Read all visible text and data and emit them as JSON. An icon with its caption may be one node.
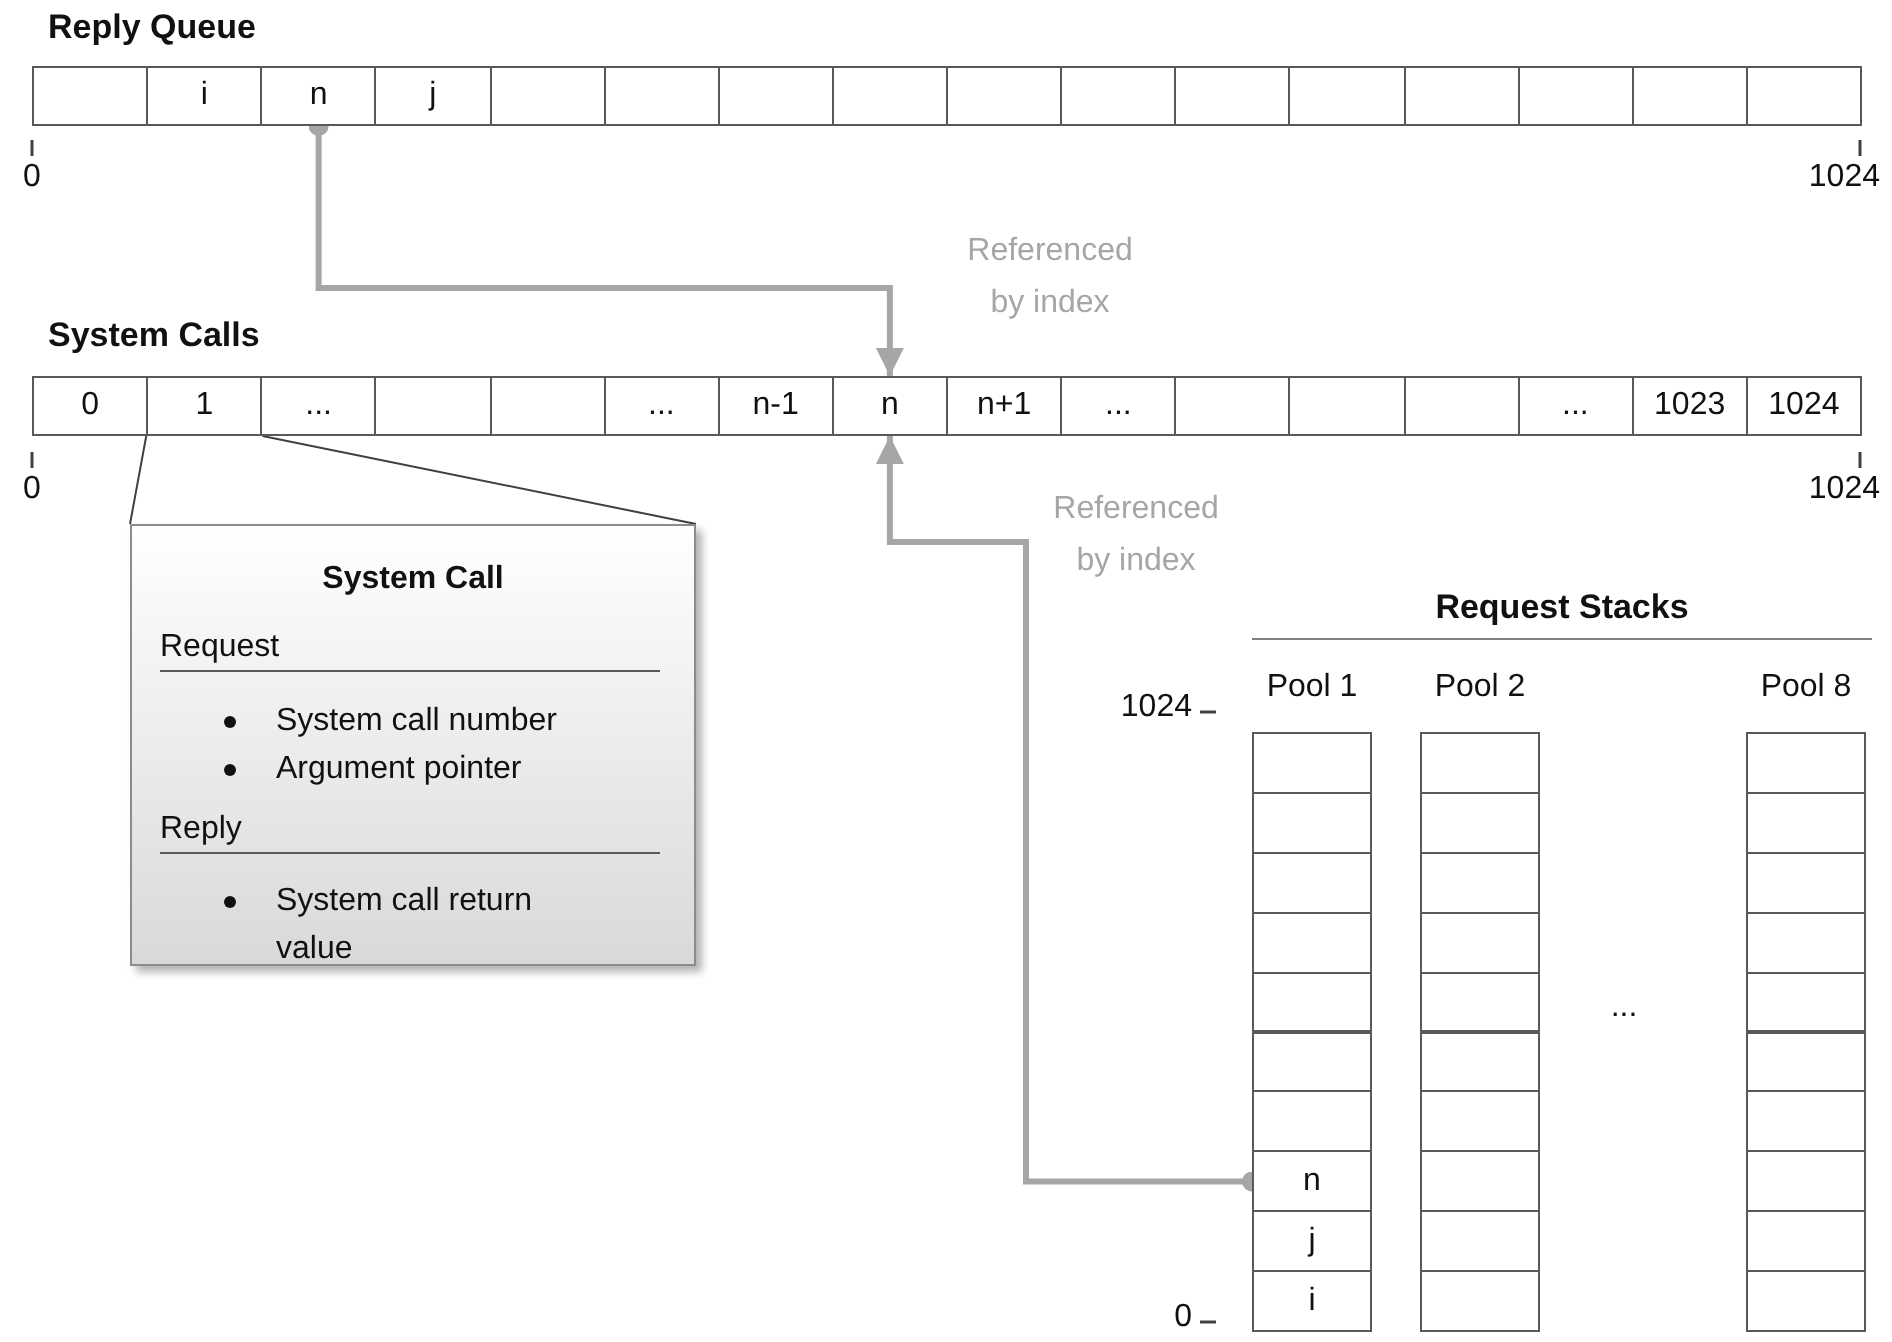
{
  "diagram": {
    "nodes": [
      {
        "text": [
          "Reply Queue"
        ]
      },
      {
        "text": [],
        "shape": "box",
        "in": 0
      },
      {
        "text": [
          "i"
        ],
        "in": 0
      },
      {
        "text": [
          "n"
        ],
        "in": 0
      },
      {
        "text": [
          "j"
        ],
        "in": 0
      },
      {
        "text": [],
        "shape": "box",
        "in": 0
      },
      {
        "text": [],
        "shape": "box",
        "in": 0
      },
      {
        "text": [],
        "shape": "box",
        "in": 0
      },
      {
        "text": [],
        "shape": "box",
        "in": 0
      },
      {
        "text": [],
        "shape": "box",
        "in": 0
      },
      {
        "text": [],
        "shape": "box",
        "in": 0
      },
      {
        "text": [],
        "shape": "box",
        "in": 0
      },
      {
        "text": [],
        "shape": "box",
        "in": 0
      },
      {
        "text": [],
        "shape": "box",
        "in": 0
      },
      {
        "text": [],
        "shape": "box",
        "in": 0
      },
      {
        "text": [],
        "shape": "box",
        "in": 0
      },
      {
        "text": [],
        "shape": "box",
        "in": 0
      },
      {
        "text": [
          "System Calls"
        ]
      },
      {
        "text": [
          "0"
        ],
        "in": 17
      },
      {
        "text": [
          "1"
        ],
        "in": 17
      },
      {
        "text": [
          "..."
        ],
        "in": 17
      },
      {
        "text": [],
        "shape": "box",
        "in": 17
      },
      {
        "text": [],
        "shape": "box",
        "in": 17
      },
      {
        "text": [
          "..."
        ],
        "in": 17
      },
      {
        "text": [
          "n-1"
        ],
        "in": 17
      },
      {
        "text": [
          "n"
        ],
        "in": 17
      },
      {
        "text": [
          "n+1"
        ],
        "in": 17
      },
      {
        "text": [
          "..."
        ],
        "in": 17
      },
      {
        "text": [],
        "shape": "box",
        "in": 17
      },
      {
        "text": [],
        "shape": "box",
        "in": 17
      },
      {
        "text": [],
        "shape": "box",
        "in": 17
      },
      {
        "text": [
          "..."
        ],
        "in": 17
      },
      {
        "text": [
          "1023"
        ],
        "in": 17
      },
      {
        "text": [
          "1024"
        ],
        "in": 17
      },
      {
        "text": [
          "System Call",
          "Request",
          "System call number",
          "Argument pointer",
          "Reply",
          "System call return value"
        ]
      },
      {
        "text": [
          "Request Stacks"
        ]
      },
      {
        "text": [
          "Pool 1"
        ],
        "in": 35
      },
      {
        "text": [],
        "shape": "box",
        "in": 36
      },
      {
        "text": [],
        "shape": "box",
        "in": 36
      },
      {
        "text": [],
        "shape": "box",
        "in": 36
      },
      {
        "text": [],
        "shape": "box",
        "in": 36
      },
      {
        "text": [],
        "shape": "box",
        "in": 36
      },
      {
        "text": [],
        "shape": "box",
        "in": 36
      },
      {
        "text": [],
        "shape": "box",
        "in": 36
      },
      {
        "text": [
          "n"
        ],
        "in": 36
      },
      {
        "text": [
          "j"
        ],
        "in": 36
      },
      {
        "text": [
          "i"
        ],
        "in": 36
      },
      {
        "text": [
          "Pool 2"
        ],
        "in": 35
      },
      {
        "text": [],
        "shape": "box",
        "in": 47
      },
      {
        "text": [],
        "shape": "box",
        "in": 47
      },
      {
        "text": [],
        "shape": "box",
        "in": 47
      },
      {
        "text": [],
        "shape": "box",
        "in": 47
      },
      {
        "text": [],
        "shape": "box",
        "in": 47
      },
      {
        "text": [],
        "shape": "box",
        "in": 47
      },
      {
        "text": [],
        "shape": "box",
        "in": 47
      },
      {
        "text": [],
        "shape": "box",
        "in": 47
      },
      {
        "text": [],
        "shape": "box",
        "in": 47
      },
      {
        "text": [],
        "shape": "box",
        "in": 47
      },
      {
        "text": [
          "Pool 8"
        ],
        "in": 35
      },
      {
        "text": [],
        "shape": "box",
        "in": 58
      },
      {
        "text": [],
        "shape": "box",
        "in": 58
      },
      {
        "text": [],
        "shape": "box",
        "in": 58
      },
      {
        "text": [],
        "shape": "box",
        "in": 58
      },
      {
        "text": [],
        "shape": "box",
        "in": 58
      },
      {
        "text": [],
        "shape": "box",
        "in": 58
      },
      {
        "text": [],
        "shape": "box",
        "in": 58
      },
      {
        "text": [],
        "shape": "box",
        "in": 58
      },
      {
        "text": [],
        "shape": "box",
        "in": 58
      },
      {
        "text": [],
        "shape": "box",
        "in": 58
      }
    ],
    "edges": [
      {
        "from": 3,
        "to": 25,
        "arrow": "to",
        "label": "Referenced by index"
      },
      {
        "from": 44,
        "to": 25,
        "arrow": "to",
        "label": "Referenced by index"
      },
      {
        "from": 19,
        "to": 34,
        "arrow": "none",
        "color": "#404040"
      }
    ],
    "labels": [
      "0",
      "1024",
      "0",
      "1024",
      "1024",
      "...",
      "0"
    ]
  }
}
